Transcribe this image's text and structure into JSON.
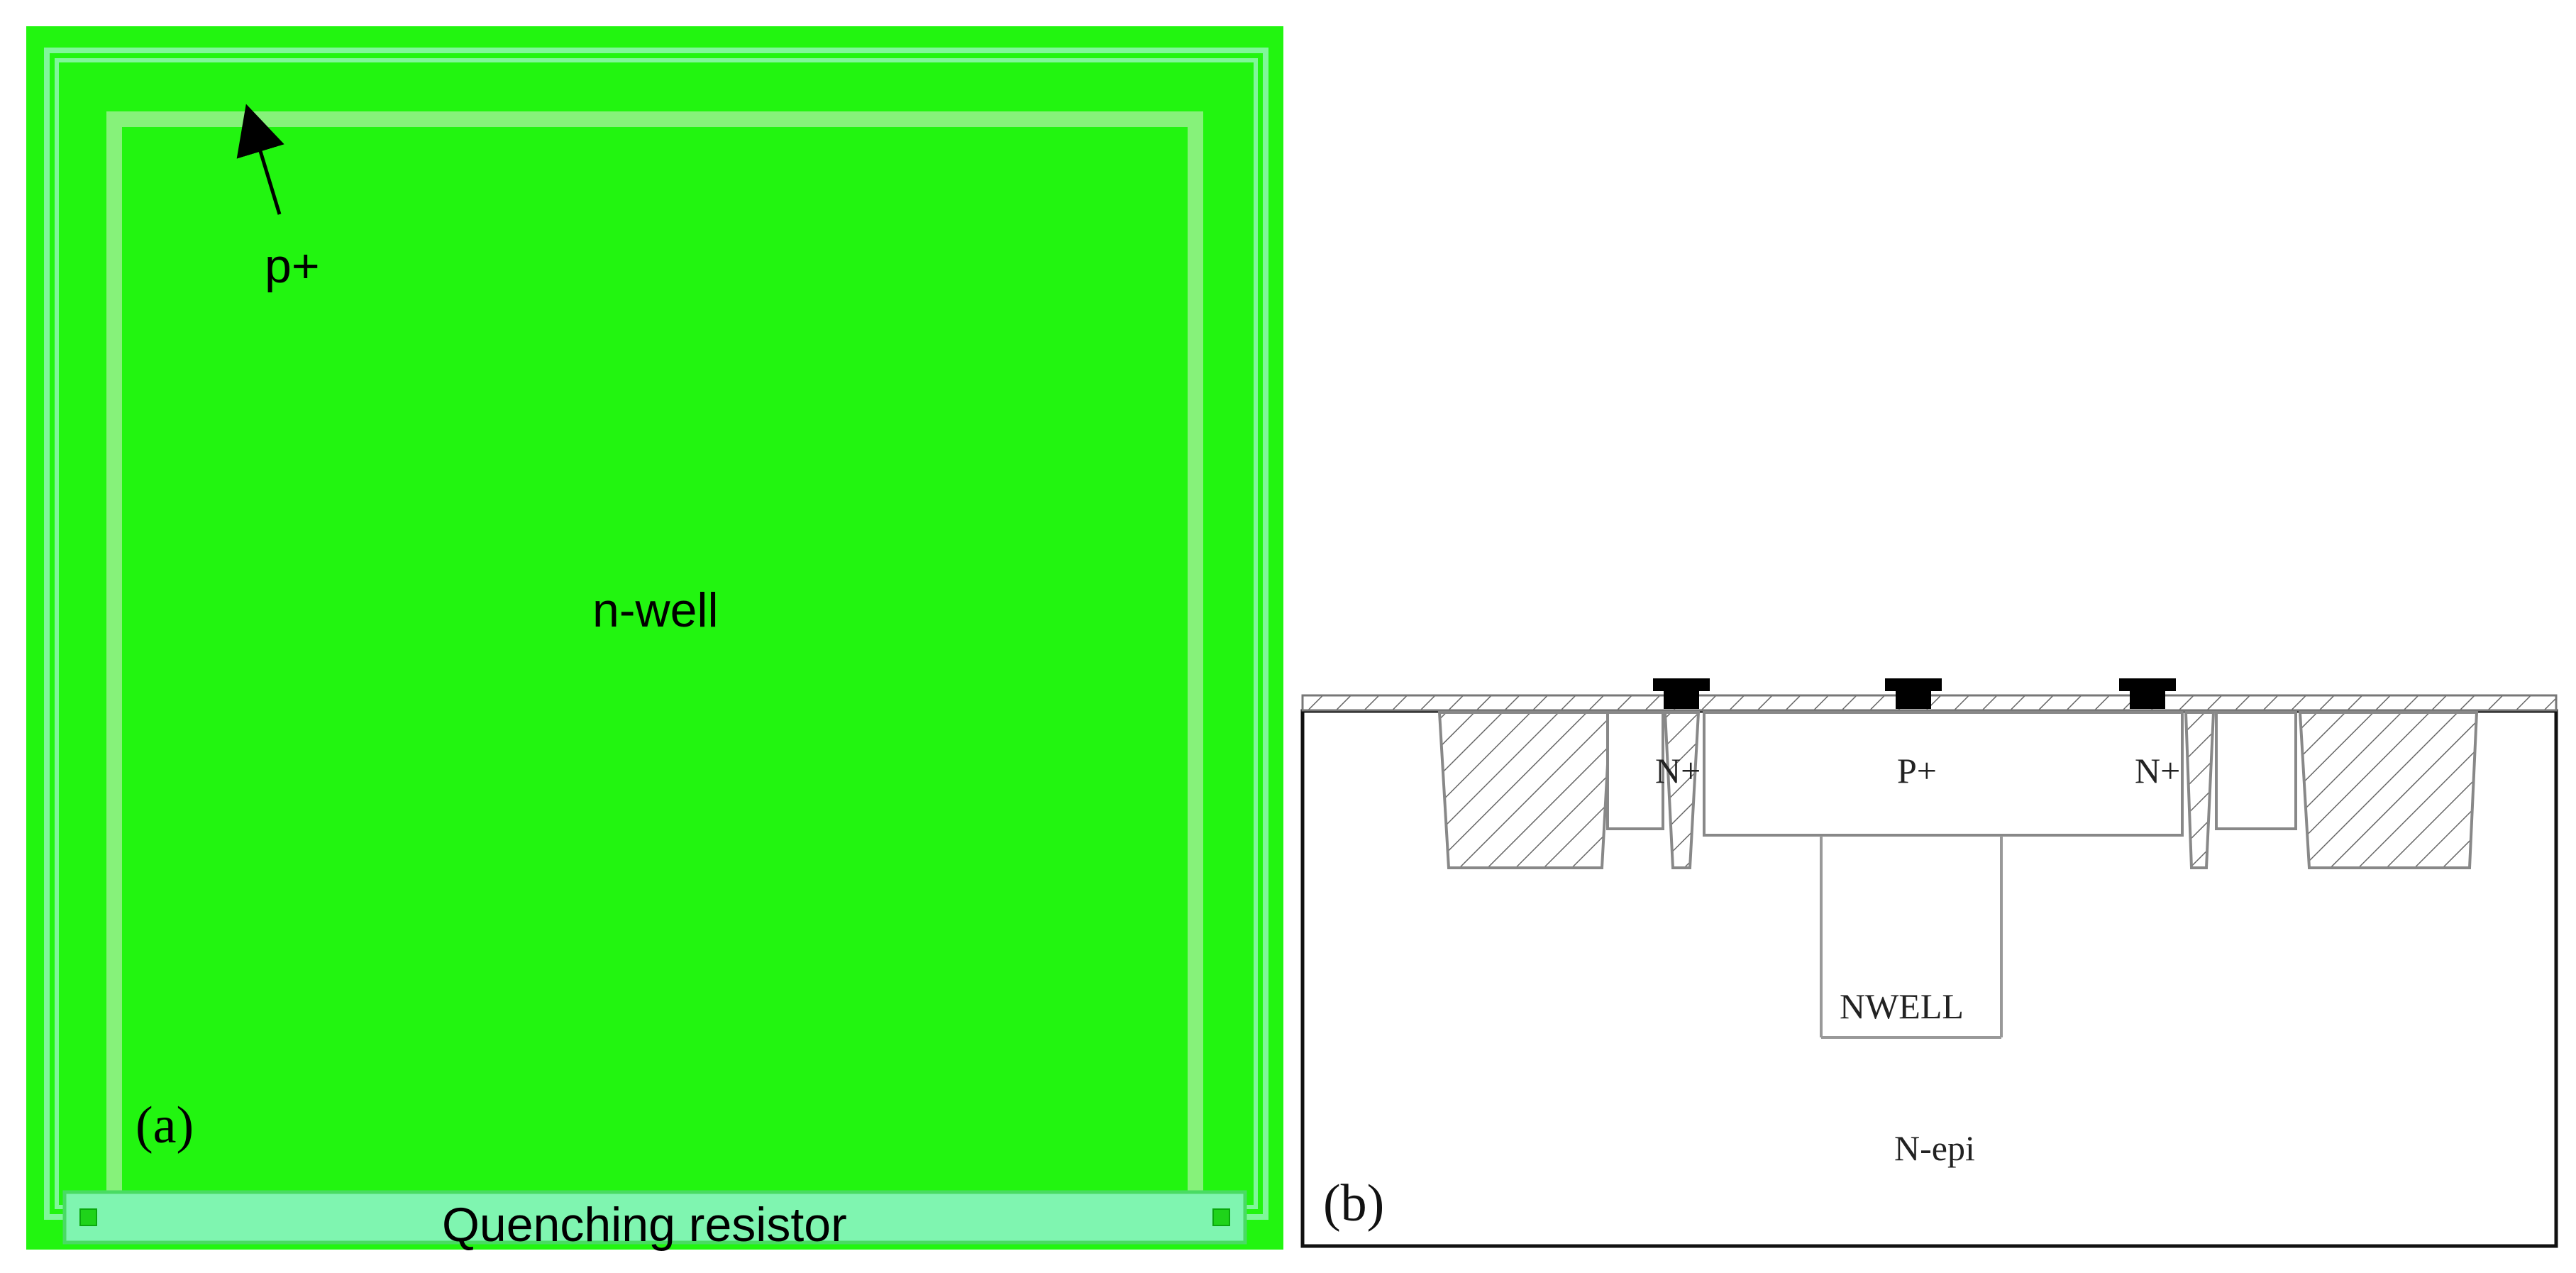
{
  "figure": {
    "panel_a": {
      "label": "(a)",
      "colors": {
        "nwell": "#22f510",
        "outer_frame": "#31e226",
        "guard_ring": "#80f79a",
        "p_plus_ring": "#86f27a",
        "resistor": "#7ff5b0",
        "resistor_contact": "#1fd31a"
      },
      "labels": {
        "p_plus": "p+",
        "nwell": "n-well",
        "resistor": "Quenching resistor"
      }
    },
    "panel_b": {
      "label": "(b)",
      "colors": {
        "outline": "#111111",
        "layer": "#8a8a8a",
        "hatch": "#555555",
        "contact": "#000000"
      },
      "labels": {
        "n_plus_left": "N+",
        "p_plus": "P+",
        "n_plus_right": "N+",
        "nwell": "NWELL",
        "substrate": "N-epi"
      }
    }
  }
}
